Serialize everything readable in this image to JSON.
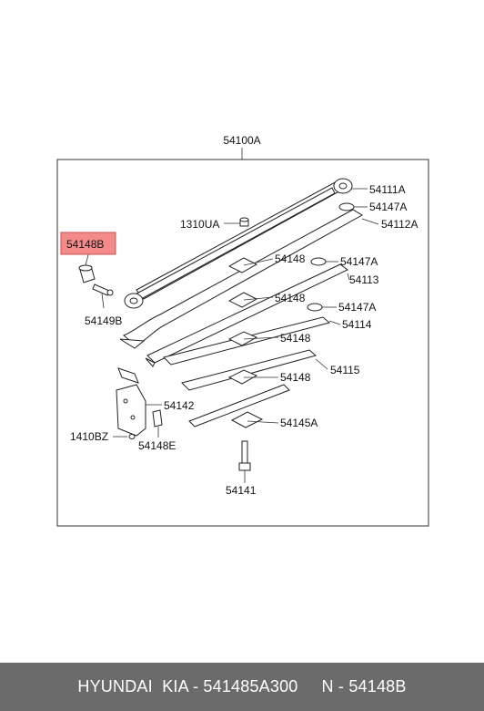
{
  "diagram": {
    "assembly_label": "54100A",
    "highlight_color": "#f48a8a",
    "labels": {
      "p54111A": "54111A",
      "p54147A_1": "54147A",
      "p1310UA": "1310UA",
      "p54112A": "54112A",
      "p54148B": "54148B",
      "p54148_1": "54148",
      "p54147A_2": "54147A",
      "p54113": "54113",
      "p54149B": "54149B",
      "p54148_2": "54148",
      "p54147A_3": "54147A",
      "p54114": "54114",
      "p54148_3": "54148",
      "p54115": "54115",
      "p54148_4": "54148",
      "p54142": "54142",
      "p1410BZ": "1410BZ",
      "p54148E": "54148E",
      "p54145A": "54145A",
      "p54141": "54141"
    }
  },
  "footer": {
    "text": "HYUNDAI  KIA - 541485A300     N - 54148B"
  }
}
